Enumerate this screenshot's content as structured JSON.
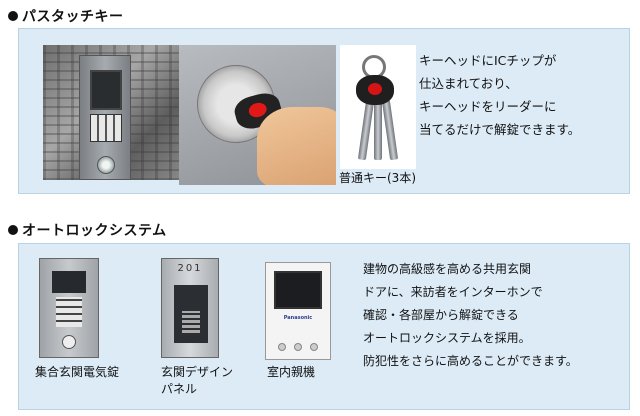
{
  "sections": [
    {
      "heading": "パスタッチキー",
      "description": "キーヘッドにICチップが\n仕込まれており、\nキーヘッドをリーダーに\n当てるだけで解錠できます。",
      "captions": [
        "普通キー(3本)"
      ]
    },
    {
      "heading": "オートロックシステム",
      "description": "建物の高級感を高める共用玄関\nドアに、来訪者をインターホンで\n確認・各部屋から解錠できる\nオートロックシステムを採用。\n防犯性をさらに高めることができます。",
      "captions": [
        "集合玄関電気錠",
        "玄関デザイン\nパネル",
        "室内親機"
      ],
      "room_number": "201",
      "monitor_brand": "Panasonic"
    }
  ]
}
